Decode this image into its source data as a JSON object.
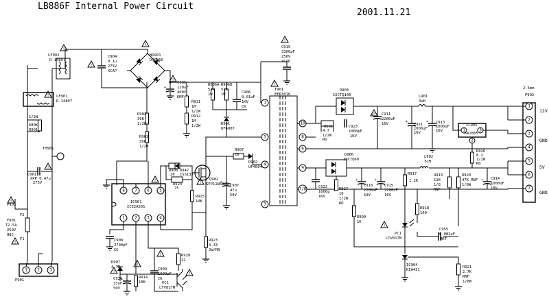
{
  "title": "LB886F Internal Power Circuit",
  "date": "2001.11.21",
  "components": {
    "lf902": {
      "ref": "LF902",
      "val": "R-14807"
    },
    "lf901": {
      "ref": "LF901",
      "val": "R-14807"
    },
    "c904": {
      "ref": "C904",
      "v1": "0.1u",
      "v2": "275V",
      "v3": "XCAP"
    },
    "bd901": {
      "ref": "BD901",
      "val": "D3SB60"
    },
    "c905": {
      "ref": "C905",
      "v1": "120uF",
      "v2": "400V",
      "v3": "KMF"
    },
    "r911": {
      "ref": "R911",
      "v1": "1M",
      "v2": "1/2W"
    },
    "r912": {
      "ref": "R912",
      "v1": "1M",
      "v2": "1/2W"
    },
    "r906a": {
      "ref": "R906A",
      "v1": "51K",
      "v2": "1W"
    },
    "r906b": {
      "ref": "R906B",
      "v1": "51K",
      "v2": "1W"
    },
    "c906": {
      "ref": "C906",
      "v1": "0.01uF",
      "v2": "1KV",
      "v3": "CK"
    },
    "d901": {
      "ref": "D901",
      "val": "UF4007"
    },
    "c919": {
      "ref": "C919",
      "v1": "3300pF",
      "v2": "250V",
      "v3": "YCAP"
    },
    "t901": {
      "ref": "T901",
      "val": "EER3016"
    },
    "d903": {
      "ref": "D903",
      "val": "15CTQ100"
    },
    "l901": {
      "ref": "L901",
      "val": "3uH"
    },
    "c911": {
      "ref": "C911",
      "v1": "2200uF",
      "v2": "16V"
    },
    "c921": {
      "ref": "C921",
      "v1": "1000uF",
      "v2": "16V"
    },
    "c913": {
      "ref": "C913",
      "v1": "1000uF",
      "v2": "16V"
    },
    "r901": {
      "ref": "R901",
      "v1": "4.7",
      "v2": "1/2W",
      "v3": "RD"
    },
    "c923": {
      "ref": "C923",
      "v1": "1000pF",
      "v2": "1KV"
    },
    "ic905": {
      "ref": "IC905",
      "val": "KA7805"
    },
    "r926": {
      "ref": "R926",
      "v1": "8.2",
      "v2": "1/2W",
      "v3": "RD"
    },
    "p902": {
      "ref": "P902",
      "note": "2.5mm"
    },
    "rail12": "12V",
    "gnd1": "GND",
    "rail5": "5V",
    "gnd2": "GND",
    "d906": {
      "ref": "D906",
      "val": "30CTQ60"
    },
    "l902": {
      "ref": "L902",
      "val": "3uH"
    },
    "c922": {
      "ref": "C922",
      "v1": "1000p",
      "v2": "1KV"
    },
    "r927": {
      "ref": "R927",
      "v1": "10",
      "v2": "1/2W",
      "v3": "RD"
    },
    "c918": {
      "ref": "C918",
      "v1": "2200uF",
      "v2": "10V"
    },
    "c915": {
      "ref": "C915",
      "v1": "2200uF",
      "v2": "10V"
    },
    "r917": {
      "ref": "R917",
      "val": "1.2K"
    },
    "r913": {
      "ref": "R913",
      "v1": "11K",
      "v2": "1/8",
      "v3": "RNF"
    },
    "r920": {
      "ref": "R920",
      "v1": "47K RNF",
      "v2": "1/8W"
    },
    "c914": {
      "ref": "C914",
      "v1": "1000uF",
      "v2": "10V"
    },
    "r918": {
      "ref": "R918",
      "val": "100"
    },
    "r909": {
      "ref": "R909",
      "val": "1K"
    },
    "pc1b": {
      "ref": "PC1",
      "val": "LTV817M"
    },
    "c955": {
      "ref": "C955",
      "v1": "0.082uF",
      "v2": "MKT"
    },
    "ic904": {
      "ref": "IC904",
      "val": "KIA431"
    },
    "r921": {
      "ref": "R921",
      "v1": "2.7K",
      "v2": "RNF",
      "v3": "1/8W"
    },
    "r902": {
      "ref": "R902",
      "v1": "39K",
      "v2": "1/2W"
    },
    "r903": {
      "ref": "R903",
      "v1": "39K",
      "v2": "1/2W"
    },
    "r907": {
      "ref": "R907",
      "val": "10"
    },
    "d902": {
      "ref": "D902",
      "val": "UF4004"
    },
    "r908": {
      "ref": "R908",
      "val": "20"
    },
    "d947": {
      "ref": "D947",
      "val": "1SS133"
    },
    "r924": {
      "ref": "R924",
      "val": "75"
    },
    "q902": {
      "ref": "Q902",
      "val": "SPP11N60C2"
    },
    "c907": {
      "ref": "C907",
      "v1": "47u",
      "v2": "50V"
    },
    "r925": {
      "ref": "R925",
      "val": "10K"
    },
    "r923": {
      "ref": "R923",
      "v1": "0.33",
      "v2": "2W/RN"
    },
    "ic901": {
      "ref": "IC901",
      "val": "ICE2AS01"
    },
    "c908": {
      "ref": "C908",
      "v1": "2700pF",
      "v2": "CG"
    },
    "d907": {
      "ref": "D907",
      "val": "4.7B"
    },
    "c924": {
      "ref": "C924",
      "v1": "33uF",
      "v2": "50V",
      "v3": "KMG"
    },
    "r914": {
      "ref": "R914",
      "val": "10K"
    },
    "c909": {
      "ref": "C909",
      "v1": "1000pF",
      "v2": "CK"
    },
    "r928": {
      "ref": "R928",
      "val": "22"
    },
    "pc1a": {
      "ref": "PC1",
      "val": "LTV817M"
    },
    "c901": {
      "ref": "C901",
      "v1": "XPP 0.47u",
      "v2": "275V"
    },
    "r901in": {
      "ref": "R901",
      "v1": "1/2W",
      "v2": "680K"
    },
    "th901": {
      "ref": "TH901"
    },
    "p903": {
      "ref": "P903"
    },
    "f901": {
      "ref": "F901",
      "v1": "T2.5A",
      "v2": "250V",
      "v3": "H8C",
      "f2": "F2",
      "f1": "F1"
    },
    "p901": {
      "ref": "P901"
    }
  },
  "pins": {
    "t901": [
      "1",
      "5",
      "4",
      "3",
      "10",
      "8",
      "6",
      "9",
      "7/8"
    ],
    "ic901": [
      "8",
      "7",
      "6",
      "5",
      "1",
      "2",
      "3",
      "4"
    ],
    "ic905": [
      "1",
      "2",
      "3"
    ],
    "p901": [
      "1",
      "2",
      "3"
    ],
    "p902": [
      "1",
      "2",
      "3",
      "4",
      "5",
      "6",
      "7"
    ]
  }
}
